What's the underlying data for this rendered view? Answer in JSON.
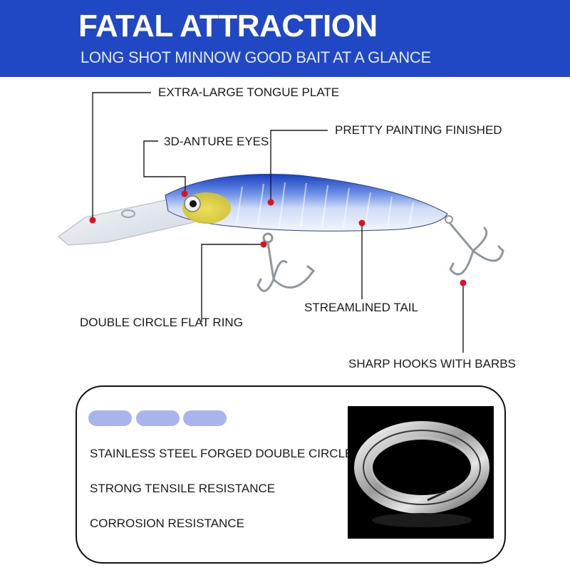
{
  "header": {
    "title": "FATAL ATTRACTION",
    "subtitle": "LONG SHOT MINNOW   GOOD BAIT AT A GLANCE"
  },
  "callouts": {
    "tongue_plate": "EXTRA-LARGE TONGUE PLATE",
    "eyes": "3D-ANTURE EYES",
    "painting": "PRETTY PAINTING FINISHED",
    "ring": "DOUBLE CIRCLE FLAT RING",
    "tail": "STREAMLINED TAIL",
    "hooks": "SHARP HOOKS WITH BARBS"
  },
  "features": [
    "STAINLESS STEEL FORGED DOUBLE CIRCLE",
    "STRONG TENSILE RESISTANCE",
    "CORROSION RESISTANCE"
  ],
  "colors": {
    "banner": "#2048c4",
    "marker": "#e0101c",
    "pill": "#aab4ec",
    "lure_back": "#1e46c8"
  },
  "icons": {
    "split_ring": "split-ring-photo"
  }
}
